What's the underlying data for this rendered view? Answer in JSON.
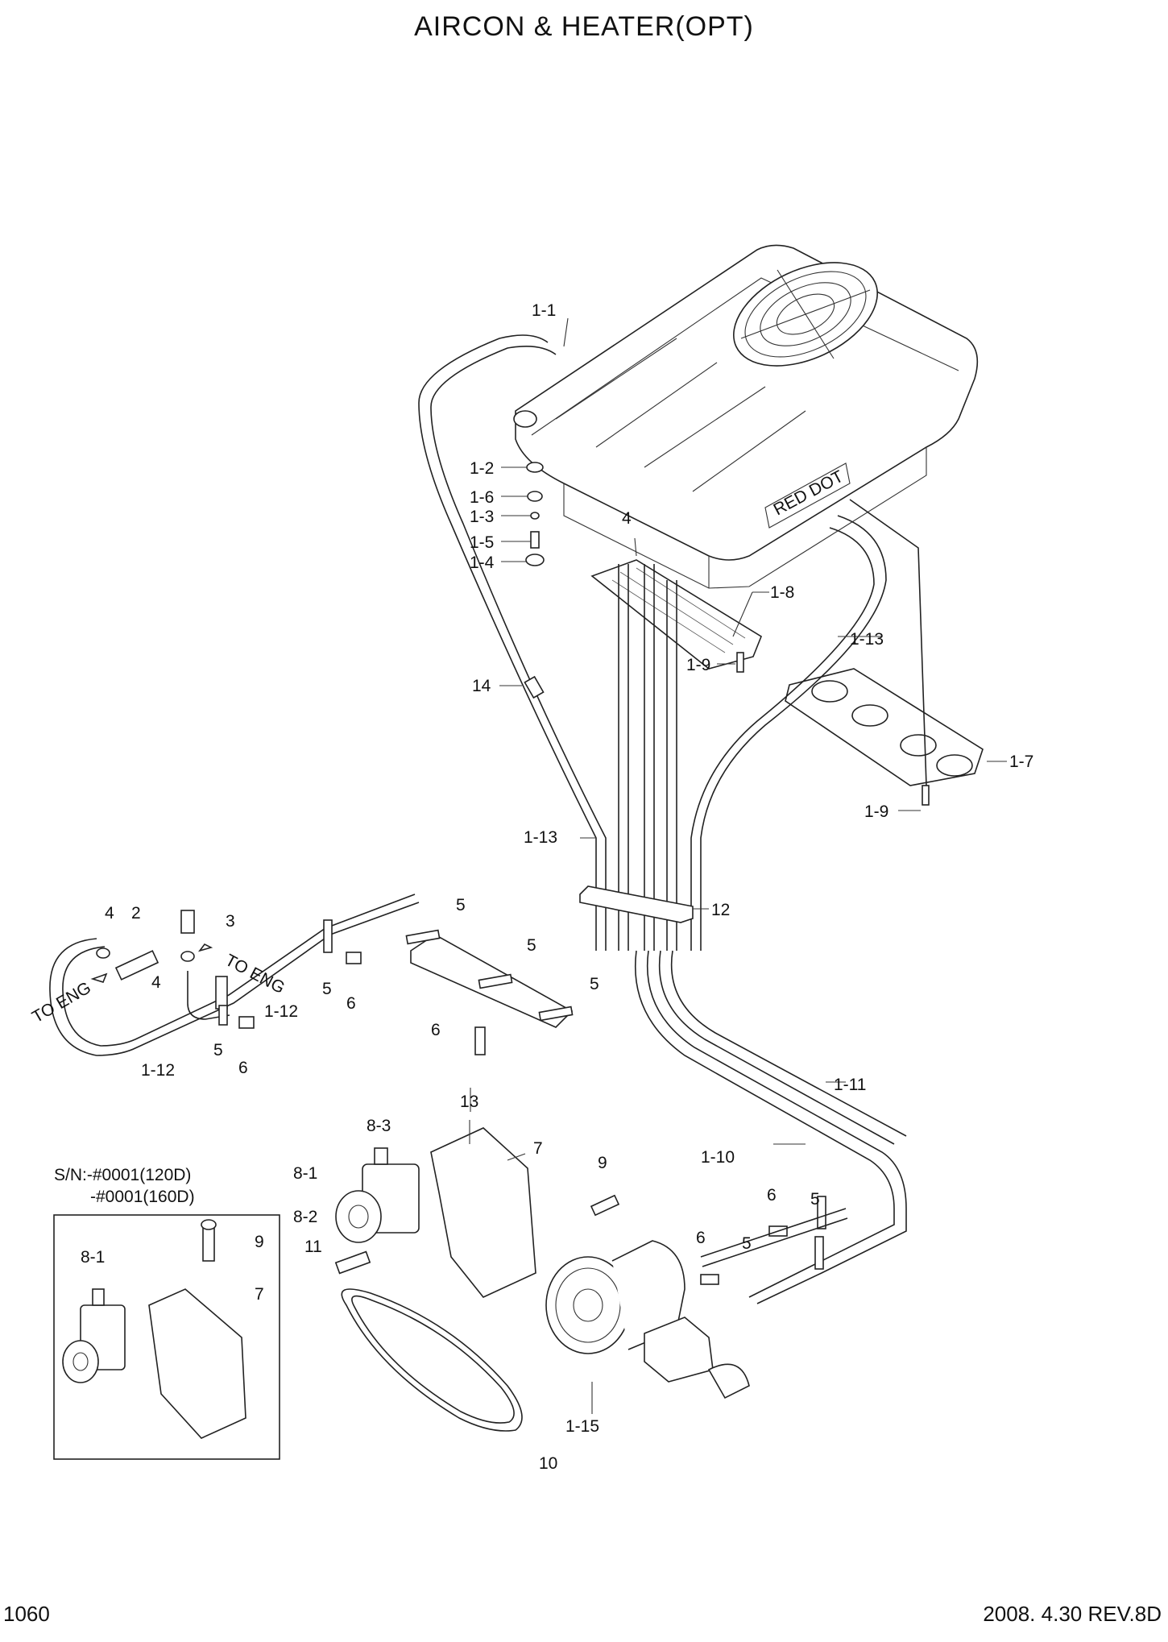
{
  "header": {
    "title": "AIRCON & HEATER(OPT)"
  },
  "footer": {
    "page_number": "1060",
    "revision": "2008. 4.30  REV.8D"
  },
  "inset": {
    "serial_note_line1": "S/N:-#0001(120D)",
    "serial_note_line2": "-#0001(160D)"
  },
  "callouts": {
    "c_1_1": "1-1",
    "c_1_2": "1-2",
    "c_1_6": "1-6",
    "c_1_3": "1-3",
    "c_1_5": "1-5",
    "c_1_4": "1-4",
    "c_4_top": "4",
    "c_1_8": "1-8",
    "c_1_9_top": "1-9",
    "c_1_13_top": "1-13",
    "c_14": "14",
    "c_1_7": "1-7",
    "c_1_9_bottom": "1-9",
    "c_1_13_mid": "1-13",
    "c_12": "12",
    "c_4_left": "4",
    "c_2": "2",
    "c_3": "3",
    "c_4_lower": "4",
    "to_eng_1": "TO ENG",
    "to_eng_2": "TO ENG",
    "c_5_a": "5",
    "c_5_b": "5",
    "c_5_c": "5",
    "c_5_d": "5",
    "c_5_e": "5",
    "c_6_a": "6",
    "c_6_b": "6",
    "c_6_c": "6",
    "c_1_12_a": "1-12",
    "c_1_12_b": "1-12",
    "c_1_11": "1-11",
    "c_1_10": "1-10",
    "c_13": "13",
    "c_7": "7",
    "c_8_3": "8-3",
    "c_8_1": "8-1",
    "c_8_2": "8-2",
    "c_11": "11",
    "c_9": "9",
    "c_6_d": "6",
    "c_5_f": "5",
    "c_6_e": "6",
    "c_5_g": "5",
    "c_1_15": "1-15",
    "c_10": "10",
    "inset_8_1": "8-1",
    "inset_9": "9",
    "inset_7": "7"
  }
}
